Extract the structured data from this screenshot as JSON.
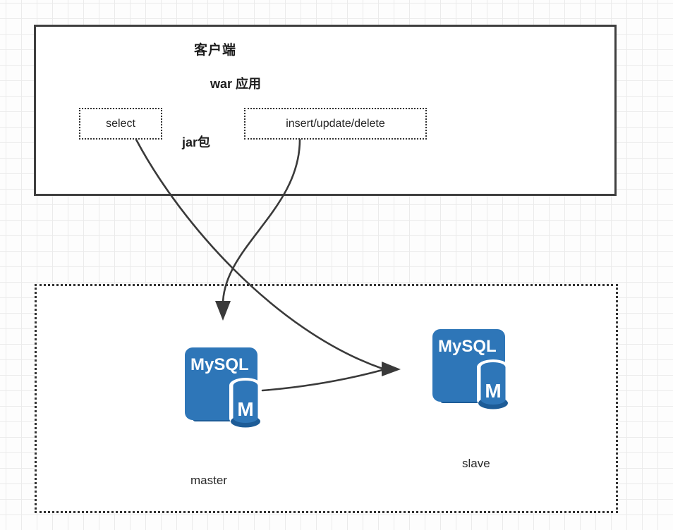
{
  "canvas": {
    "client": {
      "title": "客户端",
      "app_label": "war 应用",
      "jar_label": "jar包",
      "select_label": "select",
      "crud_label": "insert/update/delete"
    },
    "cluster": {
      "master": {
        "logo": "MySQL",
        "badge": "M",
        "label": "master"
      },
      "slave": {
        "logo": "MySQL",
        "badge": "M",
        "label": "slave"
      }
    },
    "edges": [
      {
        "from": "select",
        "to": "slave"
      },
      {
        "from": "insert/update/delete",
        "to": "master"
      },
      {
        "from": "master",
        "to": "slave"
      }
    ],
    "colors": {
      "mysql_blue": "#2e76b8",
      "mysql_shadow_blue": "#1d5c97",
      "edge": "#3a3a3a",
      "grid_line": "#ebebeb",
      "box_border": "#3f3f3f"
    }
  }
}
